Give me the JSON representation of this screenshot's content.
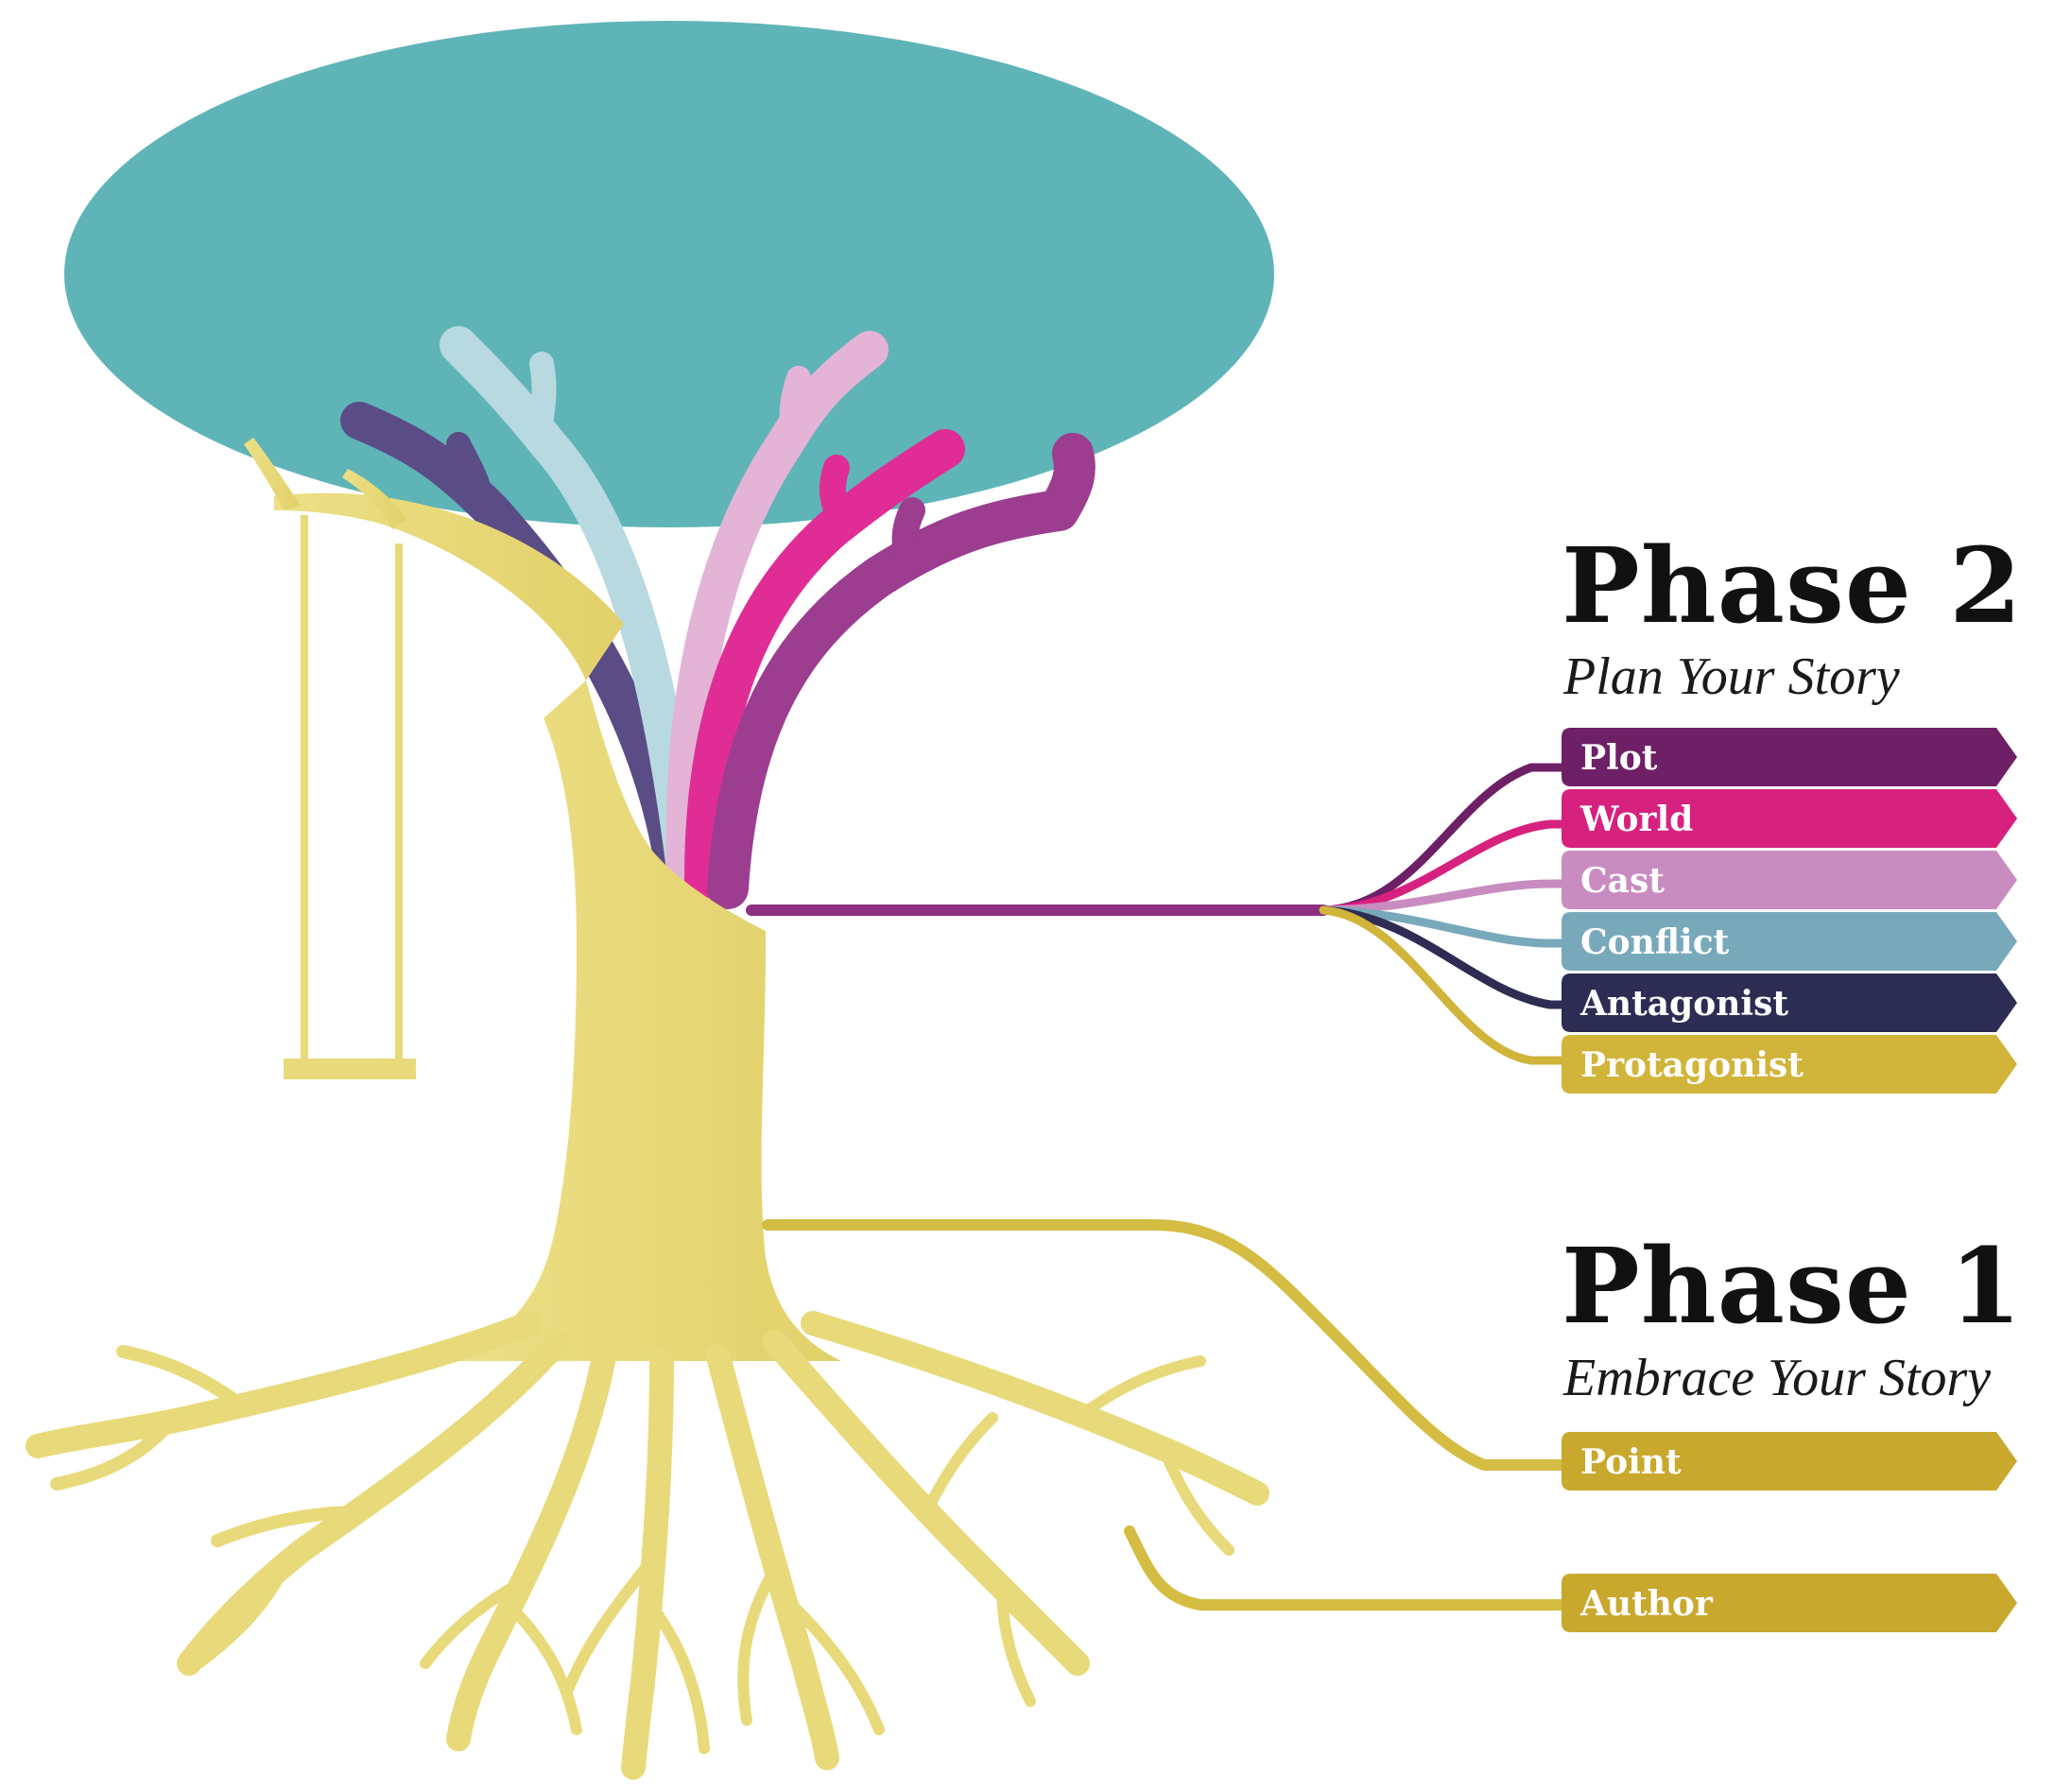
{
  "phase2": {
    "title": "Phase 2",
    "subtitle": "Plan Your Story",
    "tags": [
      {
        "key": "plot",
        "label": "Plot",
        "color": "#6e2066"
      },
      {
        "key": "world",
        "label": "World",
        "color": "#d6217f"
      },
      {
        "key": "cast",
        "label": "Cast",
        "color": "#c98cc1"
      },
      {
        "key": "conflict",
        "label": "Conflict",
        "color": "#78a9bb"
      },
      {
        "key": "antagonist",
        "label": "Antagonist",
        "color": "#2d2c52"
      },
      {
        "key": "protagonist",
        "label": "Protagonist",
        "color": "#d1b43a"
      }
    ]
  },
  "phase1": {
    "title": "Phase 1",
    "subtitle": "Embrace Your Story",
    "tags": [
      {
        "key": "point",
        "label": "Point",
        "color": "#c9a82e"
      },
      {
        "key": "author",
        "label": "Author",
        "color": "#c9a82e"
      }
    ]
  },
  "colors": {
    "canopy": "#5fb4b8",
    "trunk": "#e8da7a",
    "branch_dark_purple": "#5a4d86",
    "branch_light_blue": "#b8d9e0",
    "branch_light_pink": "#e3b4d6",
    "branch_magenta": "#e02d95",
    "branch_purple": "#9c3d90"
  }
}
